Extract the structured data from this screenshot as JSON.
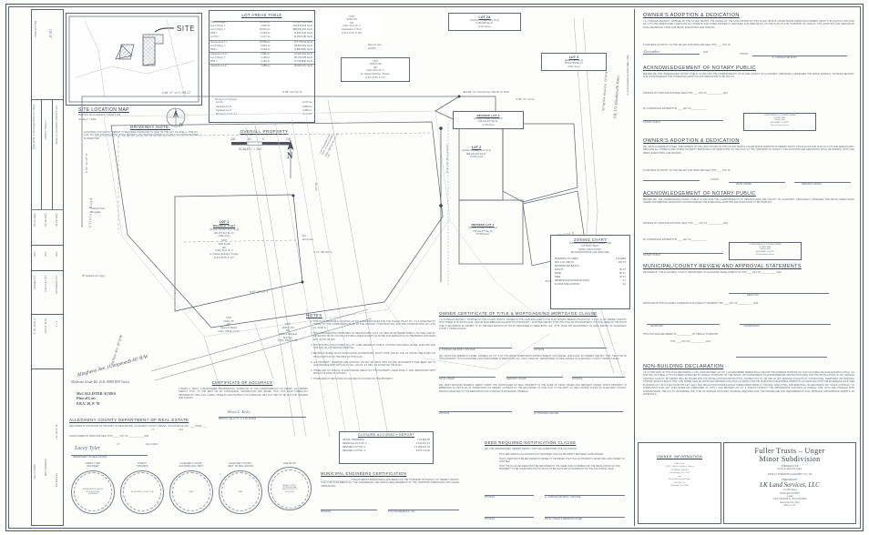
{
  "sheet": {
    "project_no_label": "PROJECT NO.",
    "project_no_value": "21-011",
    "file_path_label": "FILE PATH: G:\\Drawings\\2021-011-Unger",
    "layout_label": "LAYOUT: Sheet 1",
    "county_gis_label": "BASE: ALLEGHENY COUNTY GIS",
    "drawn_by_label": "DRAWN BY:",
    "checked_by_label": "CHECKED BY:",
    "approved_by_label": "APPROVED BY:",
    "initials": "BCK",
    "date_1": "10-20-2021",
    "date_2": "10-08-2021",
    "date_3": "10-08-2021",
    "plot_scale_label": "PLOT SCALE",
    "sheet_size_label": "SHEET SIZE",
    "plot_scale_value": "1 = 1'",
    "sheet_size_value": "24x36",
    "field_book_label": "FIELD BOOK",
    "map_drawer_label": "MAP DRAWER",
    "field_book_value": "F.B. 20-4, 32",
    "map_drawer_value": "BP-2021-11"
  },
  "site_map": {
    "title": "SITE LOCATION MAP",
    "subtitle": "PORTION OF ALLEGHENY COUNTY GIS",
    "scale": "SCALE   1\" = 1000'",
    "site_callout": "SITE",
    "north_letter": "N"
  },
  "driveway_note": {
    "title": "DRIVEWAY NOTE:",
    "body": "A HIGHWAY OCCUPANCY PERMIT IS REQUIRED PURSUANT TO §420 OF THE ACT OF JUNE 1, 1945 (P.L. 1242, NO. 428), KNOWN AS THE \"STATE HIGHWAY LAW\" BEFORE DRIVEWAY ACCESS TO A STATE HIGHWAY IS PERMITTED."
  },
  "lot_areas_table": {
    "title": "LOT AREAS TABLE",
    "rows": [
      {
        "label": "Total Acreage     =",
        "acres": "20.655 Ac.",
        "sqft": "887,297.600 Sq.Ft.",
        "rule": false
      },
      {
        "label": "Lot 1 (Orig.)     =",
        "acres": "4.646 Ac.",
        "sqft": "202,378.316 Sq.Ft.",
        "rule": false
      },
      {
        "label": "Lot 2 (Orig.)     =",
        "acres": "15.821 Ac.",
        "sqft": "689,152.091 Sq.Ft.",
        "rule": false
      },
      {
        "label": "            R/W   =",
        "acres": "0.045 Ac.",
        "sqft": "(1,962.313) Sq.Ft.",
        "rule": false
      },
      {
        "label": "            Lot 2A =",
        "acres": "0.217 Ac.",
        "sqft": "(9,452.648) Sq.Ft.",
        "rule": true
      },
      {
        "label": "Revised Lot 2     =",
        "acres": "15.559 Ac.",
        "sqft": "677,750.04 Sq.Ft.",
        "rule": false
      },
      {
        "label": "Lot 3 (Orig.)     =",
        "acres": "0.891 Ac.",
        "sqft": "38,802.562 Sq.Ft.",
        "rule": false
      },
      {
        "label": "            R/W   =",
        "acres": "0.049 Ac.",
        "sqft": "(1,880.891) Sq.Ft.",
        "rule": true
      },
      {
        "label": "Adjusted Lot 3    =",
        "acres": "0.850 Ac.",
        "sqft": "37,061.200 Sq.Ft.",
        "rule": false
      },
      {
        "label": "Lot 4 (Orig.)     =",
        "acres": "2.198 Ac.",
        "sqft": "95,766.168 Sq.Ft.",
        "rule": false
      },
      {
        "label": "            R/W   =",
        "acres": "0.110 Ac.",
        "sqft": "(4,799.880) Sq.Ft.",
        "rule": true
      },
      {
        "label": "Adjusted Lot 4    =",
        "acres": "2.088 Ac.",
        "sqft": "90,966.161 Sq.Ft.",
        "rule": false
      }
    ],
    "footer_title": "Revised Lot 4 (Unger)",
    "footer_rows": [
      {
        "k": "Lot 2A",
        "v": "0.217 Ac."
      },
      {
        "k": "Adjusted Lot 3",
        "v": "0.850 Ac."
      },
      {
        "k": "Adjusted Lot 4",
        "v": "2.088 Ac."
      },
      {
        "k": "Revised Lot No. 4 =",
        "v": "3.175 Ac."
      }
    ]
  },
  "overall_property": {
    "title": "OVERALL PROPERTY",
    "scale_ticks": [
      "100",
      "50",
      "0",
      "100"
    ],
    "scale_text": "SCALE  1\" = 100'",
    "north_letter": "N"
  },
  "penndot": {
    "line1": "Commonwealth of PA",
    "line2": "Dept. of Transportation",
    "line3": "State Highway Rt. 151, Pg.",
    "line4": "I-99"
  },
  "lots": [
    {
      "name": "LOT 2A",
      "l1": "(Portion of Fuller Trust No.4)",
      "l2": "9,452.648 Sq. Ft.",
      "l3": "0.217 Acres"
    },
    {
      "name": "LOT 3",
      "l1": "(Fuller Trust No.3)",
      "l2": "38,802.562 Sq. Ft.",
      "l3": "0.891 Acres"
    },
    {
      "name": "REVISED LOT 4",
      "l1": "(Portion of Fuller Trust No.4)",
      "l2": "138,321.377 Sq. Ft.",
      "l3": "3.175 Acres"
    },
    {
      "name": "LOT 2",
      "l1": "(Portion of Fuller Trust No.4)",
      "l2": "689,152.091 Sq. Ft.",
      "l3": "15.821 Acres"
    },
    {
      "name": "REVISED LOT 2",
      "l1": "(Portion of Fuller Trust No.4)",
      "l2": "738,321.377 Sq. Ft.",
      "l3": "15.559 Acres"
    },
    {
      "name": "LOT 1",
      "l1": "Residual Tract",
      "l2": "(Portion of Fuller Trust No.4)",
      "l3": "202,378.316 Sq. Ft.",
      "l4": "4.646 Acres"
    }
  ],
  "map_labels": {
    "original_tract_boundary": "Original Tract\nBoundary",
    "new_lot_line": "New Lot Line\n(24.85')",
    "set_monument": "Set\nMonument",
    "setback_line": "50' Setback Line (Typ.)",
    "tax_parcel_1": "T.M.P.\n1048-L-60\nN/F\nFuller Trust No. 3\nDeclaration of Trust\nD.B.V. 8779, P. 260",
    "tax_parcel_2": "T.M.P.\n1048-D-200\nN/F\nFuller Trust No. 4\nE. Charles Selinsky, Trustee\nD.B.V. 8779, P. 177",
    "tax_parcel_3": "T.M.P.\n1048-L-58\nN/F\nNancy M. Bellan\nD.B.V. 15639, P. 274",
    "tax_parcel_4": "T.M.P.\n1048-C-284\nN/F\nWalter & Margaret\nMorrison\nD.B.V. 8822, P. 190",
    "allegheny_ave": "Allegheny Ave. (Unopened) 40' R/W",
    "mcallister": "McCALLISTER ACRES\nPlan of Lots\nP.B.V. 20, P. 78",
    "jackson_ave": "Jackson Ave. 40' R/W",
    "clinton_rd": "Clinton Road",
    "sr151": "S.R. 151 (Steubenville Pike)",
    "spring_run_rd": "Spring Run Road Ext. 50' R/W",
    "pa_rw_varies": "Moderate Grade Rd. (S.R. 3088) R/W Varies"
  },
  "zoning_chart": {
    "title": "ZONING CHART",
    "sub1": "ZONING ORDINANCE OF FINDLAY TWP.",
    "sub2": "DISTRICT \"M&O\"",
    "sub3": "MIXED USE DISTRICT",
    "sub4": "(BUSINESS/OFFICE USE DEPICTED)",
    "rows": [
      {
        "k": "MINIMUM LOT AREA",
        "v": "2 ACRES"
      },
      {
        "k": "MIN. LOT WIDTH",
        "v": "200 FT"
      },
      {
        "k": "MINIMUM SETBACKS:",
        "v": ""
      },
      {
        "k": "     FRONT",
        "v": "50 FT"
      },
      {
        "k": "     REAR",
        "v": "50 FT"
      },
      {
        "k": "     SIDE",
        "v": "25 FT"
      },
      {
        "k": "IMPERVIOUS SURFACE RATIO",
        "v": "0.7"
      },
      {
        "k": "FLOOR AREA RATION",
        "v": "0.6"
      }
    ]
  },
  "notes": {
    "title": "NOTES",
    "items": [
      "THIS PLAN PROPOSES CLEARING UP TITLE DISCREPANCIES FOR THE FULLER TRUST NO. 4 & 6 AFFECTED BY \"TAKES\" BY THE COMMONWEALTH OF PA FOR HIGHWAY CONSTRUCTION, AND THE CONSOLIDATION OF LOTS 2A, 3 AND 4.",
      "THIS CONSOLIDATION PROPOSES NO NEW BUILDING LOTS, NO NEW OR EXTENDED PUBLIC UTILITIES, AND NO EXTENSION OF ANY ROADS OR PUBLIC AREAS EXCEPT AS NOTED FOR DEDICATION TO THE SPRING RUN ROAD EXT., RIGHT OF WAY.",
      "THE EXISTING STRUCTURES ON LOT 4 ARE SERVED BY PUBLIC UTILITIES INCLUDING WATER, ELECTRIC AND GAS AND ON-LOT SEWAGE DISPOSAL.",
      "BEARINGS BASED ON PA STATE PLANE COORDINATES, SOUTH ZONE NAD-83, AND AS SHOWN ARE BASED ON TRUE NORTH AS OF THE DATE OF THIS PLAN.",
      "ALL PROPERTY CORNERS ARE EXISTING OR SET 5/8\" IRON PINS OR AND MONUMENTS HAVE BEEN SET IN ACCORDANCE WITH ARTICLE IX, SEC. 103.016, ET. SEC., AS NOTED ON THE PLAN.",
      "THERE ARE NO SPECIAL FLOOD HAZARD AREAS ON THIS PROPERTY. FEMA ZONE X, MAP 42003C0145H WITH EFFECTIVE DATE OF 9/26/2014.",
      "THERE ARE NO WETLANDS OR GAS WELLS LOCATED ON THE PROPERTY."
    ]
  },
  "certificate_of_accuracy": {
    "title": "CERTIFICATE OF ACCURACY",
    "body": "I, BRIAN C. KELLY, A REGISTERED PROFESSIONAL SURVEYOR OF THE COMMONWEALTH OF PENNA., DO HEREBY CERTIFY THAT, TO THE BEST OF MY KNOWLEDGE, INFORMATION AND BELIEF, THAT THIS PLAN CORRECTLY REPRESENTS THE LOTS, LANDS, STREETS AND HIGHWAYS AS SURVEYED AND PLOTTED BY ME FOR THE OWNERS AND AGENTS.",
    "signature_name": "BRIAN C. KELLY, P.L.S. # SU-054903",
    "signature_script": "Brian C. Kelly"
  },
  "real_estate": {
    "title": "ALLEGHENY COUNTY DEPARTMENT OF REAL ESTATE",
    "body": "RECORDED IN THE OFFICE OF THE DEPT. OF REAL ESTATE, ALLEGHENY COUNTY, PENNA., IN PLAN BOOK VOL. ____ PAGE ____",
    "body2": "GIVEN UNDER MY HAND AND SEAL THIS _____ DAY OF ____________ 2021",
    "volume": "71",
    "page": "161",
    "day": "15",
    "month": "December",
    "dept_label": "DEPARTMENT OF REAL ESTATE",
    "script": "Lacey Tyler"
  },
  "seals": [
    {
      "caption": "FINDLAY TWP.\nENGINEER",
      "inner": "BRIAN PATRICK BAKER\nPROFESSIONAL\nENGINEER"
    },
    {
      "caption": "FINDLAY\nTOWNSHIP",
      "inner": "ALLEGHENY COUNTY, PA"
    },
    {
      "caption": "ALLEGHENY COUNTY\nECONOMIC DEV. DEPT.",
      "inner": "SEAL"
    },
    {
      "caption": "ALLEGHENY COUNTY\nDEPT. OF REAL ESTATE",
      "inner": "SEAL"
    },
    {
      "caption": "SURVEYOR",
      "inner": "BRIAN C. KELLY\nPROFESSIONAL\nLAND SURVEYOR\nSU-054903"
    }
  ],
  "closure_report": {
    "title": "CLOSURE ACCURACY REPORT",
    "rows": [
      {
        "k": "INITIAL TRAVERSE",
        "v": "1:65,824.45"
      },
      {
        "k": "RESIDUAL LOT NO. 1",
        "v": "1:116,947.27"
      },
      {
        "k": "REVISED LOT NO. 2",
        "v": "1:1,158,104.41"
      },
      {
        "k": "REVISED LOT NO. 4",
        "v": "1:574,712.84"
      }
    ]
  },
  "municipal_engineers": {
    "title": "MUNICIPAL ENGINEERS CERTIFICATION",
    "body": "I, ______________________, A REGISTERED PROFESSIONAL ENGINEER FOR THE TOWNSHIP OF FINDLAY, DO HEREBY CERTIFY THAT THIS PLAN MEETS ALL THE ENGINEERING AND DESIGN REQUIREMENTS OF THE TOWNSHIP SUBDIVISION AND GRADE ORDINANCES.",
    "left_caption": "WITNESS",
    "right_caption": "TWP. ENGINEER/S.E. INC."
  },
  "owner_cert_title": {
    "title": "OWNER CERTIFICATE OF TITLE & MORTGAGE/NO MORTGAGE CLAUSE",
    "p1": "I, E. CHARLES SELINSKY, TRUSTEE OF THE FULLER TRUSTS, OWNER OF THE LAND ENGAGED IN THE PLAN SHOWN HEREON (TRUSTS NO. 4 & No. 6), DO HEREBY CERTIFY THAT THERE IS NO MORTGAGE, LIEN OR ENCUMBRANCE AGAINST THIS PROPERTY. I FURTHER CERTIFY THAT THE TITLE OF THIS PROPERTY IS IN THE NAME OF THE TRUST AND IS RECORDED AS EXHIBIT \"A\" IN THE DECLARATION OF TRUST RECORDED AT DEED BOOK VOL. 8779, PAGE 258, DEPARTMENT OF REAL ESTATE OF ALLEGHENY COUNTY, PENNSYLVANIA.",
    "sig1": "E. CHARLES SELINSKY, TRUSTEE",
    "sig1b": "WITNESS",
    "p2": "WE, KEVIN AND DEBORAH UNGER, OWNERS OF LOT 3 OF THE MINOR SUBDIVISION SHOWN HEREON (TAX PARCEL 1048-D-218), DO HEREBY CERTIFY THAT THE TITLE OF THIS PROPERTY IS IN OUR NAMES, AND IS RECORDED IN DEED BOOK VOL. 11424, PAGE 627, DEPARTMENT OF REAL ESTATE OF ALLEGHENY COUNTY, PENNSYLVANIA.",
    "sig2a": "KEVIN UNGER",
    "sig2b": "DEBORAH UNGER",
    "sig2c": "WITNESS",
    "p3": "WE, WEST AIRCOMM FEDERAL CREDIT UNION, THE MORTGAGEE OF REAL PROPERTY IN THE NAME OF KEVIN UNGER AND DEBORAH UNGER, WHICH PROPERTY IS EMBRACED IN THIS PLAN OF SUBDIVISION DO HEREBY CONSENT TO THE RECORDING OF SAID PLAT IN THE DEPT. OF REAL ESTATE OFFICE OF ALLEGHENY COUNTY, PENNSYLVANIA AND TO THE DEDICATION AND COVENANTS APPEARING THEREON.",
    "sig3a": "WITNESS",
    "sig3b": "AUTHORIZED OFFICER"
  },
  "deed_clause": {
    "title": "DEED REQUIRED NOTIFICATION CLAUSE",
    "intro": "WE, THE UNDERSIGNED, HEREBY CERTIFY THAT WE UNDERSTAND THE FOLLOWING:",
    "items": [
      "THAT RECORDING A PLAN DOES NOT TRANSFER TITLE OF PROPERTY BETWEEN LANDOWNERS.",
      "THAT A DEED MUST BE RECORDED IN ORDER TO TRANSFER THE TITLE OF PROPERTY FROM ONE LAND OWNER TO ANOTHER.",
      "THAT THE PLAN AND DEED MUST BE RECORDED IN THE SAME YEAR IN ORDER FOR THE REVALUATION OF THE PROPERTY TO BE COMPUTED AND TAX BILLS TO BE ADJUSTED ACCORDINGLY BY THE FOLLOWING YEAR."
    ],
    "sig_a": "WITNESS",
    "sig_b": "E. CHARLES SELINSKY, TRUSTEE",
    "sig_c": "WITNESS",
    "sig_d": "KEVIN UNGER & DEBORAH UNGER"
  },
  "right_column": {
    "b1": {
      "title": "OWNER'S ADOPTION & DEDICATION",
      "body": "I, E. CHARLES SELINSKY, TRUSTEE OF THE FULLER TRUSTS, THE OWNER OF THE LAND SHOWN ON THE FULLER TRUSTS–UNGER MINOR SUBDIVISION HEREBY ADOPT THIS PLAN AS OUR PLAN OF LOTS AND IRREVOCABLY DEDICATE ALL STREETS AND OTHER PROPERTY IDENTIFIED FOR DEDICATION ON THE PLAN TO THE TOWNSHIP OF FINDLAY. THIS ADOPTION AND DEDICATION SHALL BE BINDING UPON OUR HEIRS, EXECUTORS, AND ASSIGNS.",
      "witness": "IN WITNESS OF WHICH, TO THIS WE SET OUR HAND AND SEAL THIS ____ DAY OF",
      "date_day": "17",
      "date_month": "December",
      "year": "2021",
      "attest": "ATTEST:",
      "sig_name": "E. CHARLES SELINSKY"
    },
    "b2": {
      "title": "ACKNOWLEDGEMENT OF NOTARY PUBLIC",
      "body": "BEFORE ME, THE UNDERSIGNED NOTARY PUBLIC IN AND FOR THE COMMONWEALTH OF PA AND COUNTY OF ALLEGHENY, PERSONALLY APPEARED THE ABOVE NAMED E. CHARLES SELINSKY AND ACKNOWLEDGES THE FOREGOING ADOPTION AND DEDICATION TO BE HIS ACT.",
      "witness": "WITNESS MY HAND AND NOTARIAL SEAL THIS ____ DAY OF ____________ 2021",
      "commission": "MY COMMISSION EXPIRES THE ____ DAY OF ____________",
      "notary_label": "NOTARY PUBLIC",
      "stamp": "COMMONWEALTH OF PENNSYLVANIA\nNOTARY SEAL\nNotary Public\nALLEGHENY COUNTY\nMy commission expires"
    },
    "b3": {
      "title": "OWNER'S ADOPTION & DEDICATION",
      "body": "WE, KEVIN & DEBORAH UNGER, THE OWNERS OF THE LAND SHOWN ON THE FULLER TRUSTS–UNGER MINOR SUBDIVISION HEREBY ADOPT THIS PLAN AS OUR PLAN OF LOTS AND IRREVOCABLY DEDICATE ALL STREETS AND OTHER PROPERTY IDENTIFIED FOR DEDICATION ON THE PLAN TO THE TOWNSHIP OF FINDLAY. THIS ADOPTION AND DEDICATION SHALL BE BINDING UPON OUR HEIRS, EXECUTORS, AND ASSIGNS.",
      "witness": "IN WITNESS OF WHICH, TO THIS WE SET OUR HAND AND SEAL THIS ____ DAY OF",
      "attest": "ATTEST:",
      "sig_a": "KEVIN UNGER",
      "sig_b": "DEBORAH UNGER"
    },
    "b4": {
      "title": "ACKNOWLEDGEMENT OF NOTARY PUBLIC",
      "body": "BEFORE ME, THE UNDERSIGNED NOTARY PUBLIC IN AND FOR THE COMMONWEALTH OF PENNSYLVANIA AND COUNTY OF ALLEGHENY, PERSONALLY APPEARED THE ABOVE NAMED KEVIN UNGER AND DEBORAH UNGER WHO ACKNOWLEDGES THE FOREGOING ADOPTION AND DEDICATION TO BE THEIR ACT.",
      "witness": "WITNESS MY HAND AND NOTORIAL SEAL THIS ____ DAY OF ____________ 2021",
      "commission": "MY COMMISSION EXPIRES THE ____ DAY OF ____________",
      "notary_label": "NOTARY PUBLIC"
    },
    "b5": {
      "title": "MUNICIPAL/COUNTY REVIEW AND APPROVAL STATEMENTS",
      "l1": "REVIEWED BY THE ALLEGHENY COUNTY DEPARTMENT OF ECONOMIC DEVELOPMENT ON THIS ____ DAY OF ____________ 2021.",
      "director": "DIRECTOR",
      "l2": "APPROVED BY THE PLANNING COMMISSION OF FINDLAY TOWNSHIP, THIS ____ DAY OF ____________ 2021.",
      "secretary": "SECRETARY",
      "chairperson": "CHAIRPERSON",
      "l3": "THIS PLAT WAS DELIVERED TO ____________ BY FINDLAY TOWNSHIP,",
      "l4": "THIS ____ DAY OF ____________ 2021."
    },
    "b6": {
      "title": "NON-BUILDING DECLARATION",
      "body": "AS OF THE DATE OF THIS PLAN RECORDING, LOTS 1 AND REVISED LOT NO. 2 AS DESCRIBED HEREIN SHALL BE FOR THE EXPRESS PURPOSE OF OLIVI-CULTURE USE (NON-BUILDING LOT(s)). NO PORTION OF THESE LOTS HAS BEEN APPROVED BY FINDLAY TOWNSHIP OR THE PENNA. (PA) DEPARTMENT OF ENVIRONMENTAL PROTECTION (DEP) FOR THE INSTALLATION OF ANY SEWAGE DISPOSAL FACILITY. NO PERMIT WILL BE ISSUED FOR THE INSTALLATION/CONSTRUCTION, CONNECTION TO, OR USE OF ANY SEWAGE COLLECTION, CONVEYANCE, TREATMENT OR DISPOSAL SYSTEM UNLESS FINDLAY TWP., AND PADEP HAVE AN APPROVED SEWAGE FACILITIES PLANNING FOR THE SUBDIVISION DESCRIBED HEREIN IN ACCORDANCE WITH THE PA SEWAGE FACILITIES PLANNING ACT (35 P.S.SECTIONS 750.1 ET. SEQ.) AND REGULATION PROMULGATED THEREUNDER PRIOR TO SIGNING, EXECUTING, IMPLEMENTING OR RECORDING ANY SALES CONTRACT OF SUBDIVISION PLAN. ANY PURCHASER OR SUBDIVIDER OF LOTS 1 AND REVISED LOT NO. 2 SHOULD CONTACT THE APPROPRIATE OFFICIALS OF FINDLAY TWP., WHO ARE CHARGED WITH ADMINISTERING THE ACT TO DETERMINE THE TYPE OF SEWAGE FACILITIES PLANNING REQUIRED AND THE PROCEDURE AND REQUIREMENTS FOR OBTAINING APPROPRIATE PERMITS OR APPROVALS."
    },
    "vertical_note": "3' Local Easement to Public Right of Way"
  },
  "owner_info": {
    "title": "OWNER INFORMATION",
    "lines": [
      "Fuller Trust",
      "C/O E. Charles Selinsky, Trustee",
      "105 Bunker Hill Rd.",
      "Canonsburg, PA  15317",
      "and",
      "Kevin & Deborah Unger",
      "2000 SR 151",
      "Aliquippa, PA  15001"
    ]
  },
  "title_block": {
    "line1": "Fuller Trusts  –  Unger",
    "line2": "Minor Subdivision",
    "prepared_for_label": "PREPARED FOR",
    "prepared_for": "Kevin & Deborah Unger",
    "location": "FINDLAY TOWNSHIP          ALLEGHENY CO., PA",
    "prepared_by_label": "PREPARED BY",
    "firm": "LK Land Services, LLC",
    "addr1": "c/o 250 Street",
    "addr2": "McDonald PA 15057",
    "addr3": "e-mail",
    "addr4": "(724) 745-6456 or (724) 255-6809",
    "date": "December 15, 2021",
    "sheet": "Sheet 1 of 1"
  },
  "colors": {
    "ink": "#555c69",
    "heading": "#3b4250",
    "rule": "#7c838f",
    "signature": "#2f4573"
  }
}
